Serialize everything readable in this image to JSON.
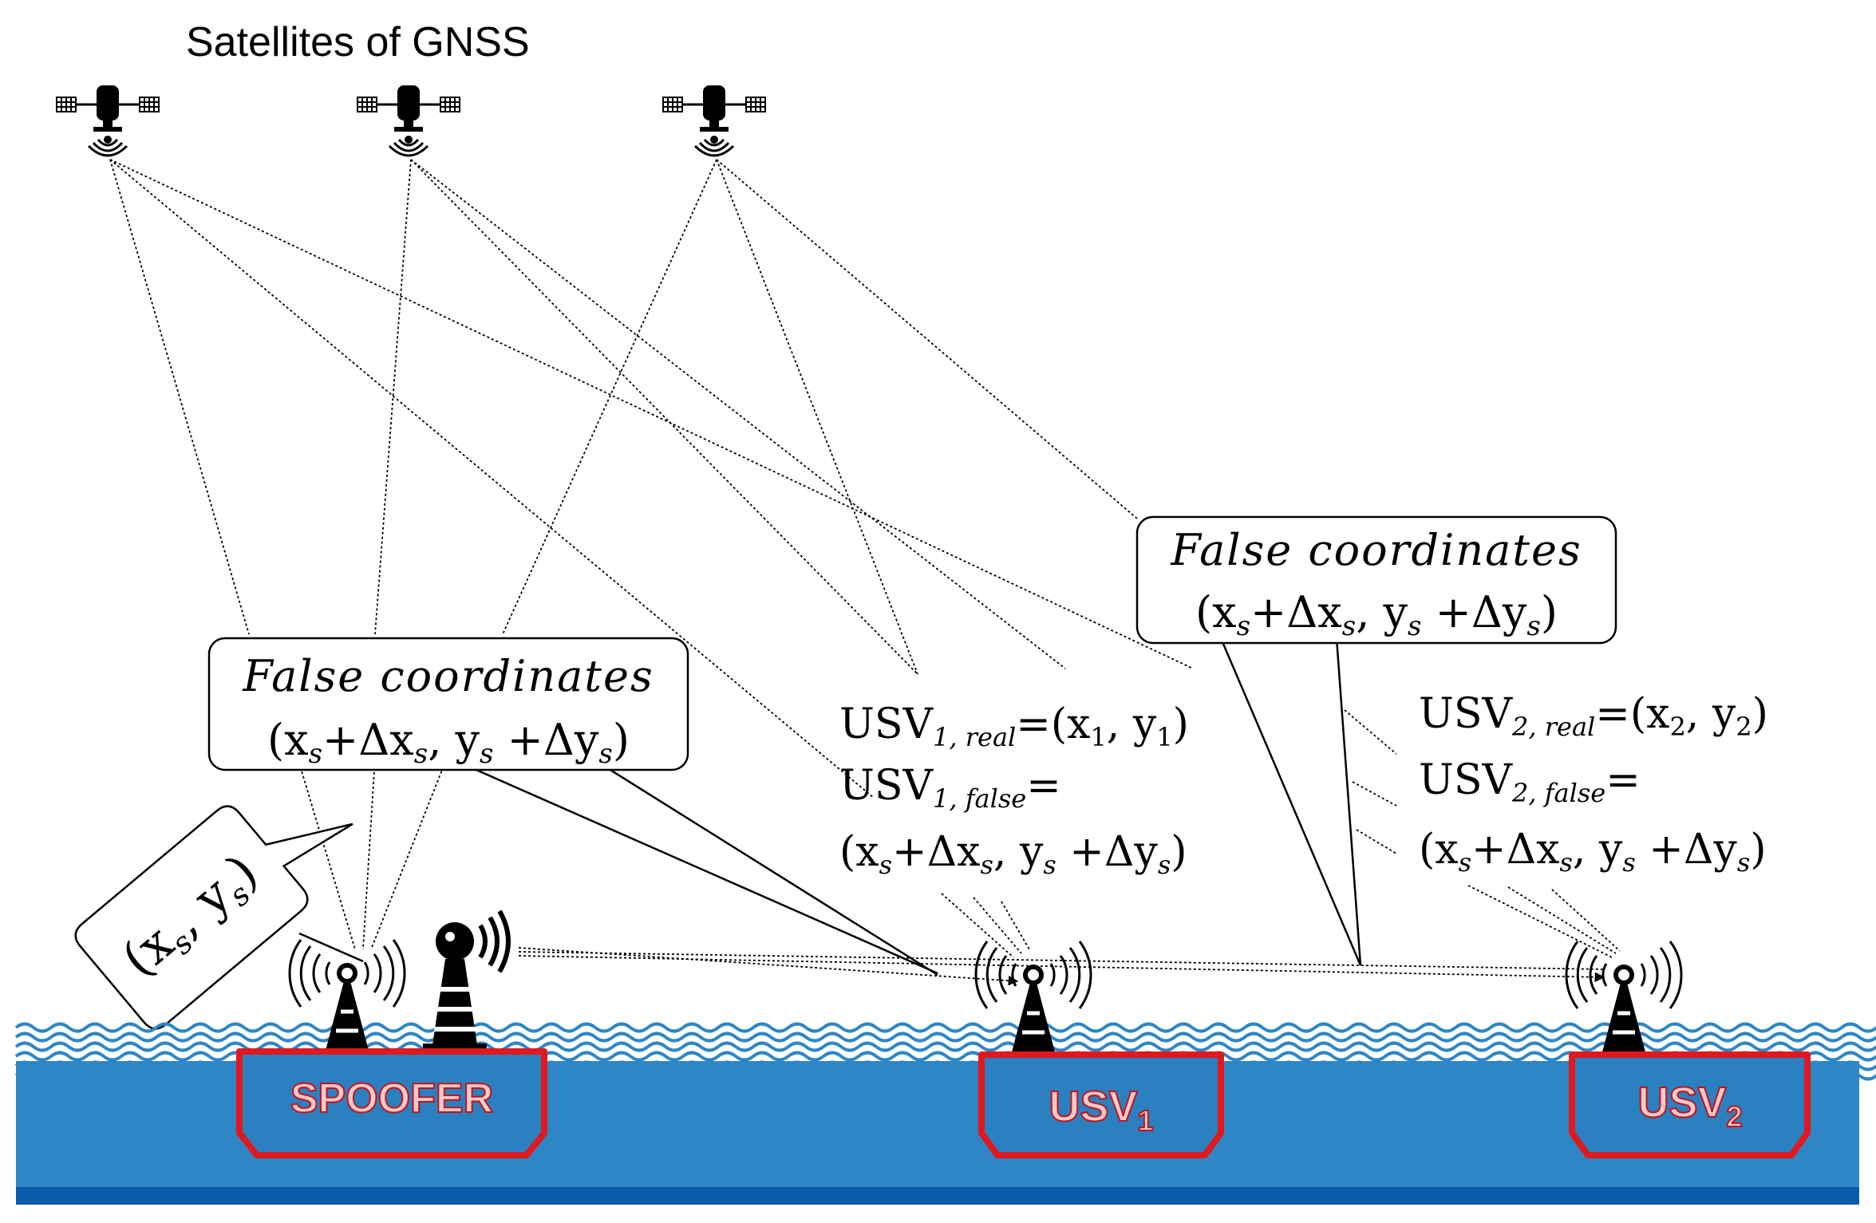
{
  "title": "Satellites of GNSS",
  "satellites": [
    {
      "name": "satellite-icon"
    },
    {
      "name": "satellite-icon"
    },
    {
      "name": "satellite-icon"
    }
  ],
  "callouts": {
    "left": {
      "line1": "False coordinates",
      "pre": "(x",
      "mid1": "+Δx",
      "mid2": ", y",
      "mid3": " +Δy",
      "post": ")",
      "sub": "s"
    },
    "right": {
      "line1": "False coordinates",
      "pre": "(x",
      "mid1": "+Δx",
      "mid2": ", y",
      "mid3": " +Δy",
      "post": ")",
      "sub": "s"
    },
    "spoofer_pos": {
      "pre": "(x",
      "mid": ", y",
      "post": ")",
      "sub": "s"
    }
  },
  "usv1": {
    "real_prefix": "USV",
    "real_sub": "1, real",
    "real_value": "=(x",
    "real_x_sub": "1",
    "real_comma": ", y",
    "real_y_sub": "1",
    "real_close": ")",
    "false_prefix": "USV",
    "false_sub": "1, false",
    "false_eq": "=",
    "false_value": {
      "pre": "(x",
      "mid1": "+Δx",
      "mid2": ", y",
      "mid3": " +Δy",
      "post": ")",
      "sub": "s"
    }
  },
  "usv2": {
    "real_prefix": "USV",
    "real_sub": "2, real",
    "real_value": "=(x",
    "real_x_sub": "2",
    "real_comma": ", y",
    "real_y_sub": "2",
    "real_close": ")",
    "false_prefix": "USV",
    "false_sub": "2, false",
    "false_eq": "=",
    "false_value": {
      "pre": "(x",
      "mid1": "+Δx",
      "mid2": ", y",
      "mid3": " +Δy",
      "post": ")",
      "sub": "s"
    }
  },
  "boats": {
    "spoofer": {
      "label": "SPOOFER"
    },
    "usv1": {
      "label": "USV",
      "sub": "1"
    },
    "usv2": {
      "label": "USV",
      "sub": "2"
    }
  },
  "colors": {
    "sea": "#2e86c6",
    "sea_dark": "#0b5ba8",
    "boat_fill": "#2a80c0",
    "boat_border": "#e0191e",
    "label_text": "#f7c9c9",
    "line": "#000000"
  }
}
